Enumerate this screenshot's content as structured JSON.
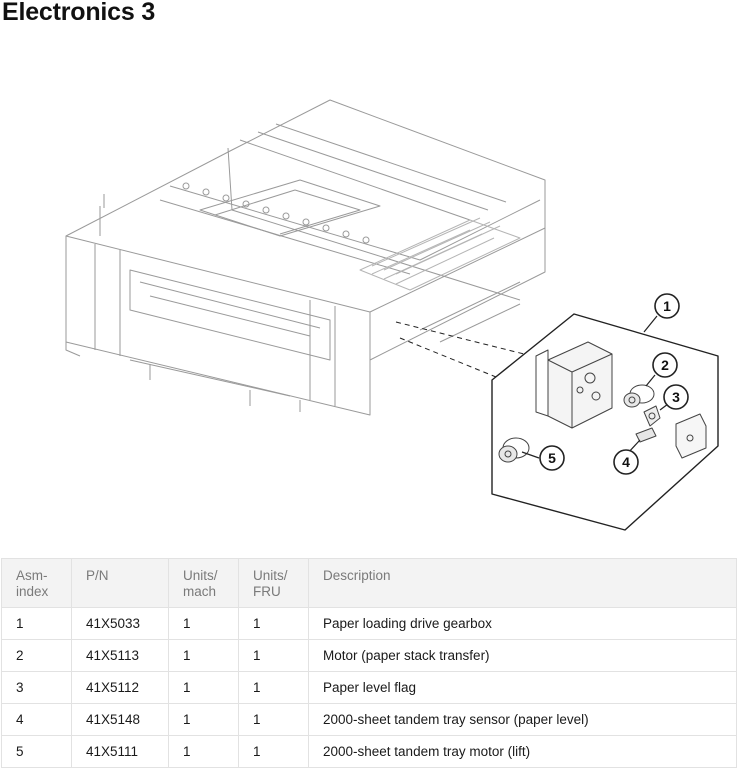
{
  "page": {
    "title": "Electronics 3"
  },
  "figure": {
    "callouts": [
      "1",
      "2",
      "3",
      "4",
      "5"
    ]
  },
  "table": {
    "headers": [
      [
        "Asm-",
        "index"
      ],
      [
        "P/N"
      ],
      [
        "Units/",
        "mach"
      ],
      [
        "Units/",
        "FRU"
      ],
      [
        "Description"
      ]
    ],
    "rows": [
      [
        "1",
        "41X5033",
        "1",
        "1",
        "Paper loading drive gearbox"
      ],
      [
        "2",
        "41X5113",
        "1",
        "1",
        "Motor (paper stack transfer)"
      ],
      [
        "3",
        "41X5112",
        "1",
        "1",
        "Paper level flag"
      ],
      [
        "4",
        "41X5148",
        "1",
        "1",
        "2000-sheet tandem tray sensor (paper level)"
      ],
      [
        "5",
        "41X5111",
        "1",
        "1",
        "2000-sheet tandem tray motor (lift)"
      ]
    ]
  }
}
